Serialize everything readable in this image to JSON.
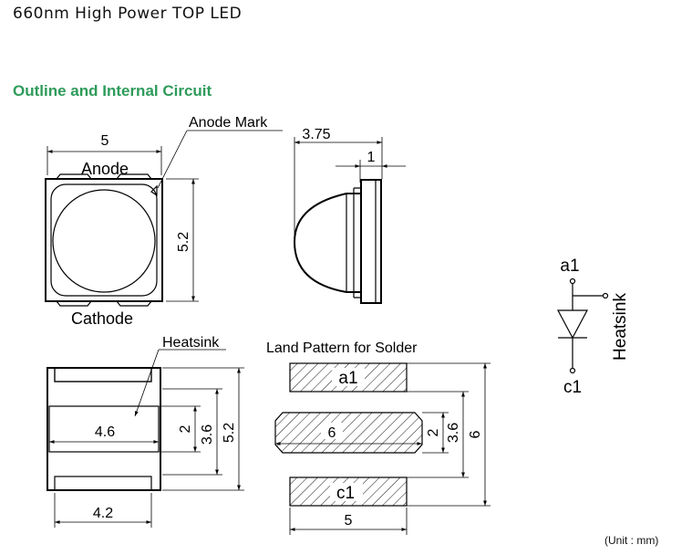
{
  "header": {
    "title": "660nm High Power TOP LED",
    "section_title": "Outline and Internal Circuit",
    "unit_note": "(Unit : mm)"
  },
  "top_view": {
    "width_dim": "5",
    "height_dim": "5.2",
    "anode_label": "Anode",
    "cathode_label": "Cathode",
    "anode_mark_label": "Anode Mark"
  },
  "side_view": {
    "overall_dim": "3.75",
    "base_dim": "1"
  },
  "bottom_view": {
    "heatsink_label": "Heatsink",
    "heatsink_width_dim": "4.6",
    "body_width_dim": "4.2",
    "heatsink_height_dim": "2",
    "inner_height_dim": "3.6",
    "overall_height_dim": "5.2"
  },
  "land_pattern": {
    "title": "Land Pattern for Solder",
    "pad_a1": "a1",
    "pad_c1": "c1",
    "center_pad_width": "6",
    "pad_width_dim": "5",
    "center_height_dim": "2",
    "inner_height_dim": "3.6",
    "overall_height_dim": "6"
  },
  "circuit": {
    "anode_terminal": "a1",
    "cathode_terminal": "c1",
    "heatsink_label": "Heatsink"
  }
}
